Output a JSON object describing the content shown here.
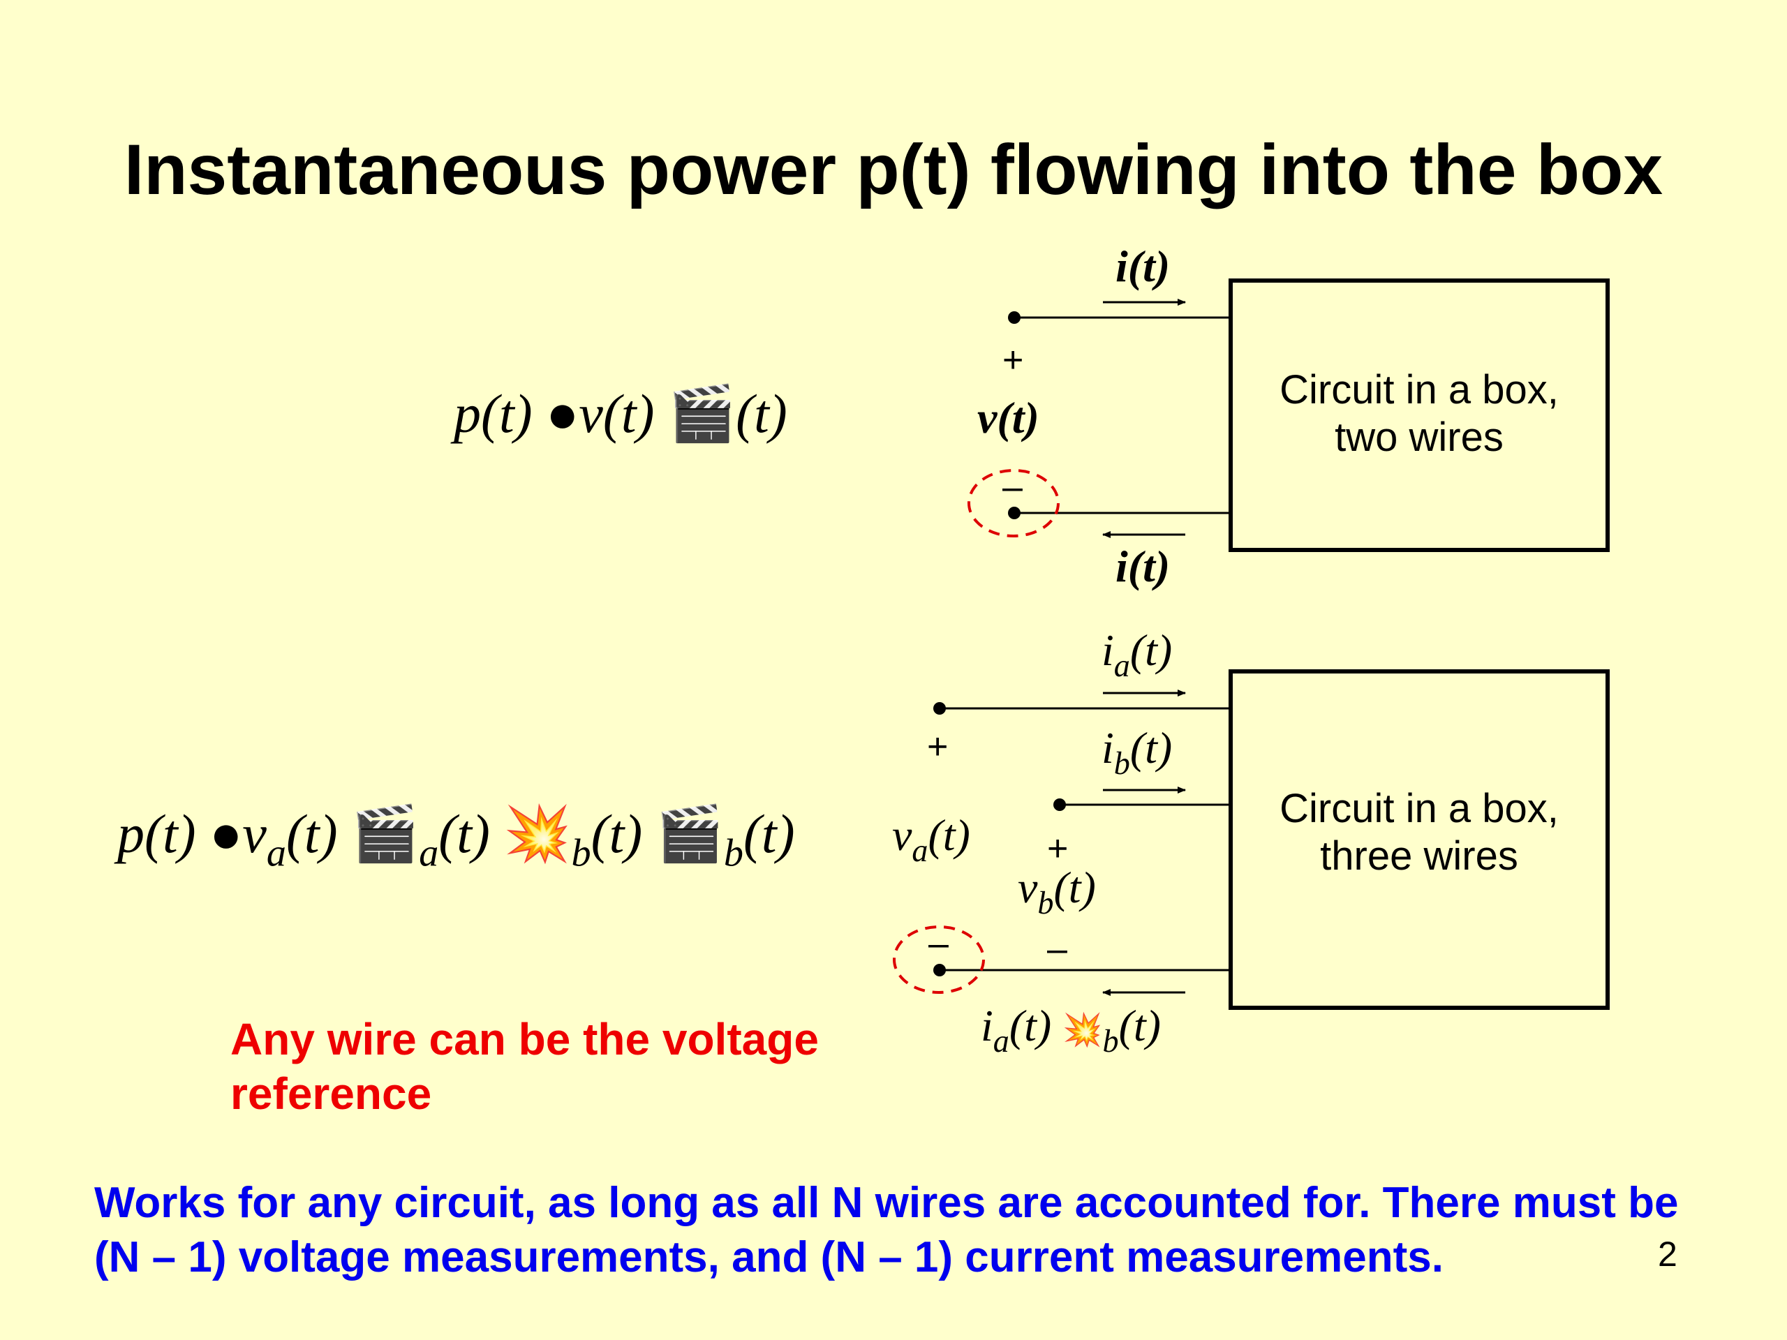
{
  "title": "Instantaneous power p(t) flowing into the box",
  "equation1": {
    "lhs": "p(t)",
    "op": "●",
    "term1": "v(t)",
    "glyph": "🎬",
    "term2": "(t)"
  },
  "equation2": {
    "lhs": "p(t)",
    "op": "●",
    "v": "v",
    "a": "a",
    "b": "b",
    "t": "(t)",
    "glyph": "🎬",
    "glyph2": "💥"
  },
  "diagram1": {
    "box_label_line1": "Circuit in a box,",
    "box_label_line2": "two wires",
    "current_top": "i(t)",
    "current_bottom": "i(t)",
    "voltage": "v(t)",
    "plus": "+",
    "minus": "–"
  },
  "diagram2": {
    "box_label_line1": "Circuit in a box,",
    "box_label_line2": "three wires",
    "ia_label": "i",
    "ib_label": "i",
    "va_label": "v",
    "vb_label": "v",
    "sub_a": "a",
    "sub_b": "b",
    "t": "(t)",
    "bottom_current_glyph": "💥",
    "plus": "+",
    "minus": "–"
  },
  "note_red": "Any wire can be the voltage reference",
  "note_blue": "Works for any circuit, as long as all N wires are accounted for.  There must be (N – 1) voltage measurements, and (N – 1) current measurements.",
  "page_number": "2",
  "colors": {
    "background": "#FFFFCC",
    "red": "#EE0000",
    "blue": "#0000EE"
  }
}
